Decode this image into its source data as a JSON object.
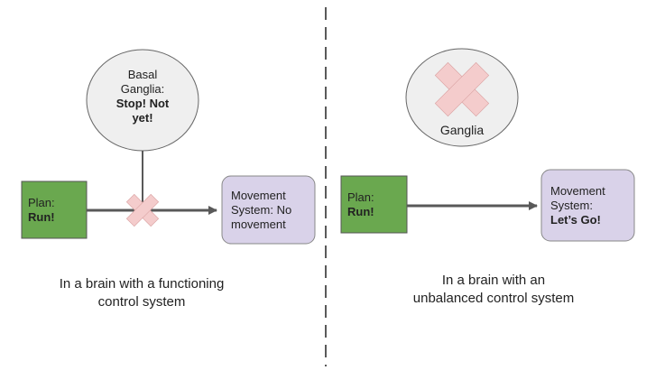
{
  "left": {
    "basal_ganglia": {
      "line1": "Basal",
      "line2": "Ganglia:",
      "line3": "Stop! Not",
      "line4": "yet!"
    },
    "plan": {
      "label": "Plan:",
      "value": "Run!"
    },
    "movement": {
      "line1": "Movement",
      "line2": "System: No",
      "line3": "movement"
    },
    "caption": {
      "line1": "In a brain with a functioning",
      "line2": "control system"
    }
  },
  "right": {
    "basal_ganglia": {
      "text": "Ganglia"
    },
    "plan": {
      "label": "Plan:",
      "value": "Run!"
    },
    "movement": {
      "line1": "Movement",
      "line2": "System:",
      "line3": "Let’s Go!"
    },
    "caption": {
      "line1": "In a brain with an",
      "line2": "unbalanced control system"
    }
  },
  "colors": {
    "plan": "#6aa84f",
    "movement": "#d9d2e9",
    "ellipse": "#efefef",
    "cross": "#f4cccc",
    "arrow": "#595959"
  }
}
